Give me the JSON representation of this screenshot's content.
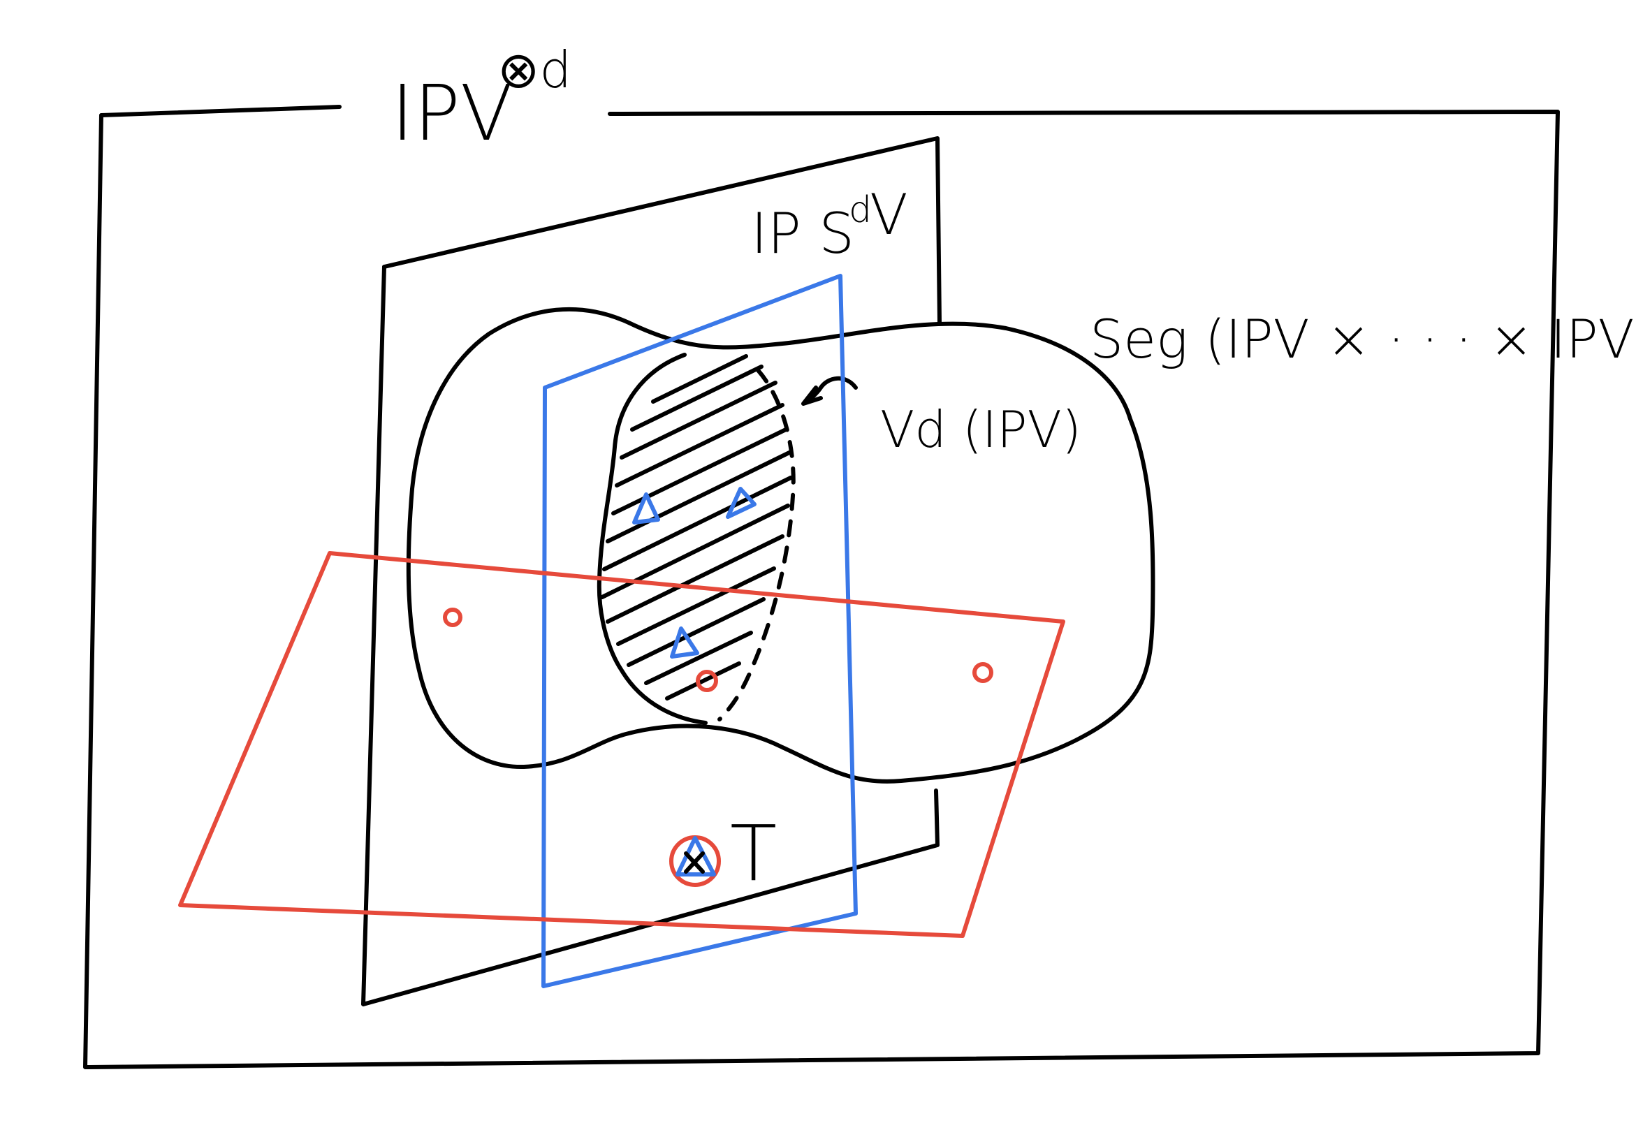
{
  "labels": {
    "ambient_space": "IPV",
    "ambient_space_sup": "⊗d",
    "symmetric_space": "IP S",
    "symmetric_space_sup": "d",
    "symmetric_space_suffix": "V",
    "segre": "Seg (IPV × · · · × IPV)",
    "veronese": "Vd (IPV)",
    "tensor": "T"
  },
  "colors": {
    "ink": "#000000",
    "blue_plane": "#3a78e8",
    "red_plane": "#e64a3b"
  },
  "icons": {
    "blue_points": "triangle-marker",
    "red_points": "circle-marker",
    "tensor_point": "cross-marker"
  }
}
